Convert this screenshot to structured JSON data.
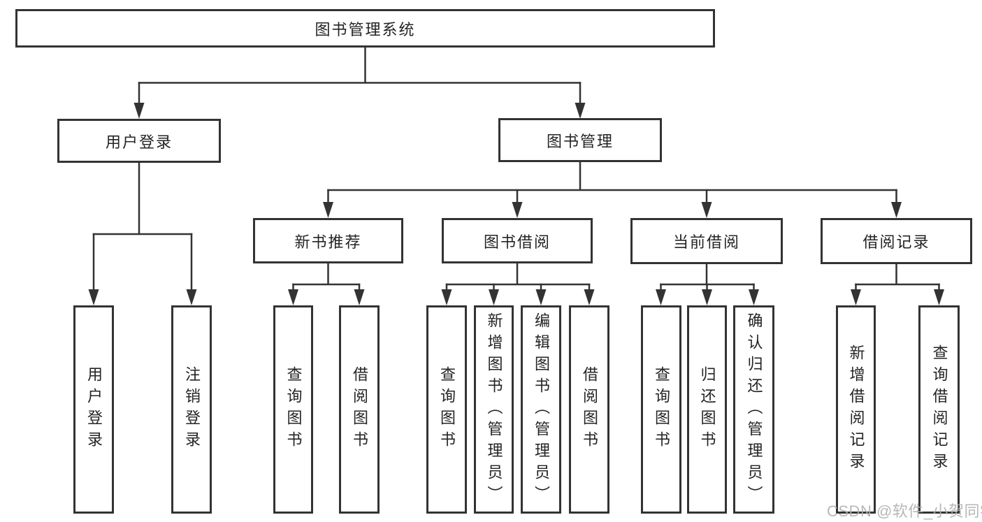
{
  "tree": {
    "label": "图书管理系统",
    "children": [
      {
        "label": "用户登录",
        "children": [
          {
            "label": "用户登录"
          },
          {
            "label": "注销登录"
          }
        ]
      },
      {
        "label": "图书管理",
        "children": [
          {
            "label": "新书推荐",
            "children": [
              {
                "label": "查询图书"
              },
              {
                "label": "借阅图书"
              }
            ]
          },
          {
            "label": "图书借阅",
            "children": [
              {
                "label": "查询图书"
              },
              {
                "label": "新增图书（管理员）"
              },
              {
                "label": "编辑图书（管理员）"
              },
              {
                "label": "借阅图书"
              }
            ]
          },
          {
            "label": "当前借阅",
            "children": [
              {
                "label": "查询图书"
              },
              {
                "label": "归还图书"
              },
              {
                "label": "确认归还（管理员）"
              }
            ]
          },
          {
            "label": "借阅记录",
            "children": [
              {
                "label": "新增借阅记录"
              },
              {
                "label": "查询借阅记录"
              }
            ]
          }
        ]
      }
    ]
  },
  "watermark": {
    "text": "CSDN @软件_小贺同学"
  },
  "colors": {
    "line": "#333333",
    "text": "#242424",
    "watermark": "#b0b0b0",
    "background": "#ffffff"
  }
}
